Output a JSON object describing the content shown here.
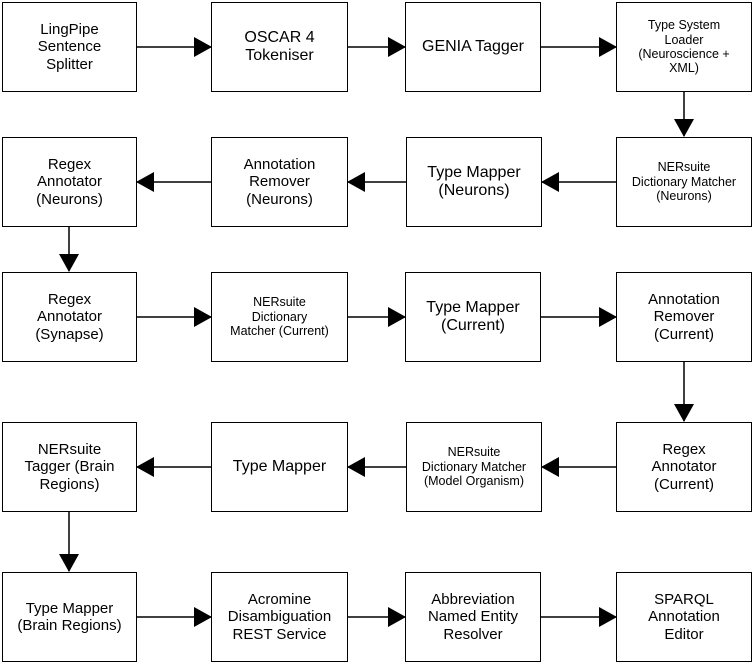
{
  "nodes": {
    "lingpipe": "LingPipe\nSentence\nSplitter",
    "oscar": "OSCAR 4\nTokeniser",
    "genia": "GENIA Tagger",
    "type_system_loader": "Type System\nLoader\n(Neuroscience +\nXML)",
    "regex_neurons": "Regex\nAnnotator\n(Neurons)",
    "annot_remover_neurons": "Annotation\nRemover\n(Neurons)",
    "type_mapper_neurons": "Type Mapper\n(Neurons)",
    "nersuite_dict_neurons": "NERsuite\nDictionary Matcher\n(Neurons)",
    "regex_synapse": "Regex\nAnnotator\n(Synapse)",
    "nersuite_dict_current": "NERsuite\nDictionary\nMatcher (Current)",
    "type_mapper_current": "Type Mapper\n(Current)",
    "annot_remover_current": "Annotation\nRemover\n(Current)",
    "nersuite_tagger_brain": "NERsuite\nTagger (Brain\nRegions)",
    "type_mapper": "Type Mapper",
    "nersuite_dict_organism": "NERsuite\nDictionary Matcher\n(Model Organism)",
    "regex_current": "Regex\nAnnotator\n(Current)",
    "type_mapper_brain": "Type Mapper\n(Brain Regions)",
    "acromine": "Acromine\nDisambiguation\nREST Service",
    "abbreviation": "Abbreviation\nNamed Entity\nResolver",
    "sparql": "SPARQL\nAnnotation\nEditor"
  }
}
